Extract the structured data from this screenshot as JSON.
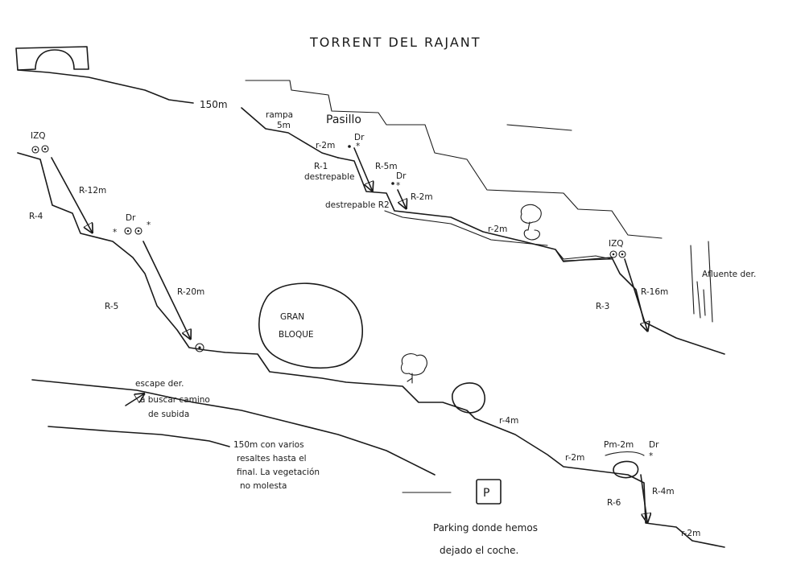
{
  "title": "TORRENT DEL RAJANT",
  "sections": {
    "top_length": "150m",
    "ramp": [
      "rampa",
      "5m"
    ],
    "corridor": "Pasillo",
    "r1_pitch": "r-2m",
    "r1_side": "Dr",
    "r1_name": "R-1",
    "r1_note": "destrepable",
    "r1_length": "R-5m",
    "r2_side": "Dr",
    "r2_note": "destrepable R2",
    "r2_length": "R-2m",
    "step_2m": "r-2m",
    "r3_side": "IZQ",
    "tributary": "Afluente der.",
    "r3_length": "R-16m",
    "r3_name": "R-3",
    "r4_side": "IZQ",
    "r4_length": "R-12m",
    "r4_name": "R-4",
    "r5_side": "Dr",
    "r5_length": "R-20m",
    "r5_name": "R-5",
    "big_block": [
      "GRAN",
      "BLOQUE"
    ],
    "escape": [
      "escape der.",
      "a buscar camino",
      "de subida"
    ],
    "final_stretch": [
      "150m con varios",
      "resaltes hasta el",
      "final. La vegetación",
      "no molesta"
    ],
    "step_4m": "r-4m",
    "step_2m_lower": "r-2m",
    "r6_anchor": "Pm-2m",
    "r6_side": "Dr",
    "r6_name": "R-6",
    "r6_length": "R-4m",
    "step_2m_end": "r-2m",
    "parking_symbol": "P",
    "parking_note": [
      "Parking donde hemos",
      "dejado el coche."
    ]
  }
}
